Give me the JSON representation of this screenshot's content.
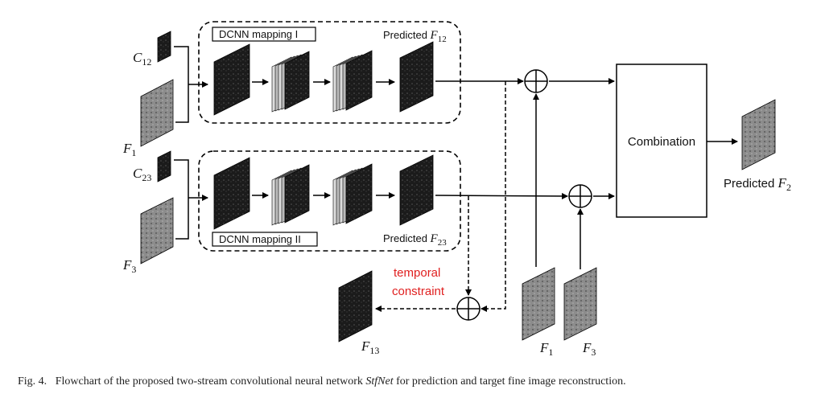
{
  "labels": {
    "c12": "C",
    "c12_sub": "12",
    "f1": "F",
    "f1_sub": "1",
    "c23": "C",
    "c23_sub": "23",
    "f3": "F",
    "f3_sub": "3",
    "mapping1": "DCNN mapping I",
    "mapping2": "DCNN mapping II",
    "pred_f12_text": "Predicted ",
    "pred_f12_var": "F",
    "pred_f12_sub": "12",
    "pred_f23_text": "Predicted ",
    "pred_f23_var": "F",
    "pred_f23_sub": "23",
    "combination": "Combination",
    "pred_f2_text": "Predicted ",
    "pred_f2_var": "F",
    "pred_f2_sub": "2",
    "temporal_line1": "temporal",
    "temporal_line2": "constraint",
    "f13": "F",
    "f13_sub": "13",
    "f1b": "F",
    "f1b_sub": "1",
    "f3b": "F",
    "f3b_sub": "3"
  },
  "caption": {
    "prefix": "Fig. 4.",
    "before": "Flowchart of the proposed two-stream convolutional neural network ",
    "name": "StfNet",
    "after": " for prediction and target fine image reconstruction."
  },
  "colors": {
    "image_dark": "#1a1a1a",
    "image_light": "#8a8a8a",
    "accent_red": "#e02020"
  }
}
